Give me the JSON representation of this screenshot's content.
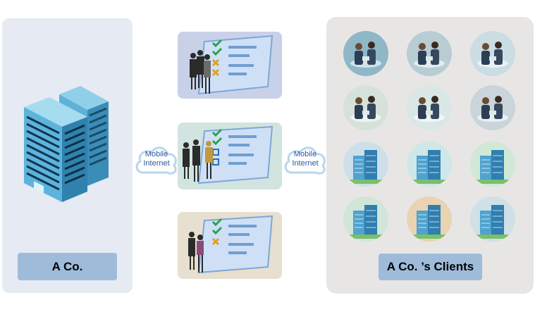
{
  "left_panel": {
    "label": "A Co."
  },
  "right_panel": {
    "label": "A Co. ’s Clients"
  },
  "clouds": [
    {
      "line1": "Mobile",
      "line2": "Internet"
    },
    {
      "line1": "Mobile",
      "line2": "Internet"
    }
  ],
  "cards": [
    {
      "background": "#c8d1e8"
    },
    {
      "background": "#d1e4e0"
    },
    {
      "background": "#e7dfcf"
    }
  ],
  "clients": [
    {
      "icon": "meeting-people-icon",
      "bg": "#8fb7c7"
    },
    {
      "icon": "business-handshake-icon",
      "bg": "#b7ccd3"
    },
    {
      "icon": "team-group-icon",
      "bg": "#c9dde3"
    },
    {
      "icon": "presentation-icon",
      "bg": "#d6e2d9"
    },
    {
      "icon": "office-worker-icon",
      "bg": "#dae7e7"
    },
    {
      "icon": "conference-room-icon",
      "bg": "#c9d5da"
    },
    {
      "icon": "skyscraper-icon",
      "bg": "#cde0ea"
    },
    {
      "icon": "pink-office-building-icon",
      "bg": "#cfe7e8"
    },
    {
      "icon": "city-buildings-icon",
      "bg": "#cfe9d6"
    },
    {
      "icon": "office-complex-icon",
      "bg": "#cfe6d8"
    },
    {
      "icon": "bank-building-icon",
      "bg": "#e9d3b2"
    },
    {
      "icon": "glass-tower-icon",
      "bg": "#cfe0e6"
    }
  ]
}
